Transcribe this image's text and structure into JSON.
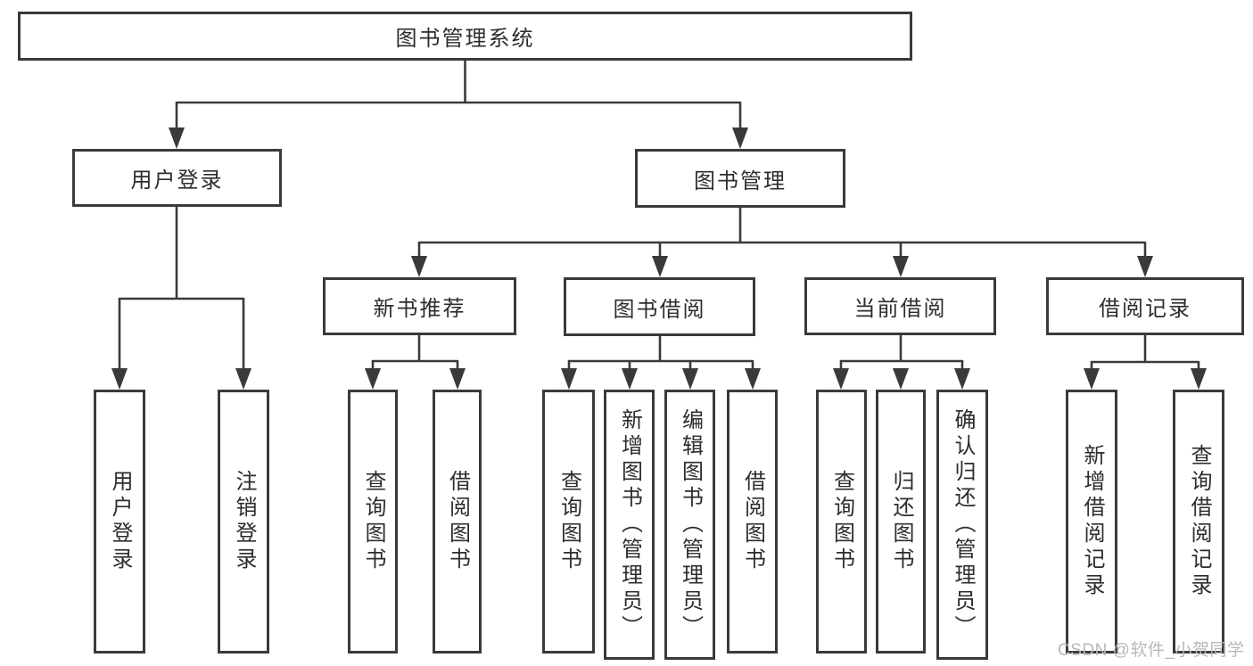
{
  "tree": {
    "root": {
      "label": "图书管理系统"
    },
    "level2": [
      {
        "id": "user-login",
        "label": "用户登录",
        "children": [
          {
            "label": "用户登录"
          },
          {
            "label": "注销登录"
          }
        ]
      },
      {
        "id": "book-management",
        "label": "图书管理",
        "children": [
          {
            "label": "新书推荐",
            "children": [
              {
                "label": "查询图书"
              },
              {
                "label": "借阅图书"
              }
            ]
          },
          {
            "label": "图书借阅",
            "children": [
              {
                "label": "查询图书"
              },
              {
                "label": "新增图书（管理员）"
              },
              {
                "label": "编辑图书（管理员）"
              },
              {
                "label": "借阅图书"
              }
            ]
          },
          {
            "label": "当前借阅",
            "children": [
              {
                "label": "查询图书"
              },
              {
                "label": "归还图书"
              },
              {
                "label": "确认归还（管理员）"
              }
            ]
          },
          {
            "label": "借阅记录",
            "children": [
              {
                "label": "新增借阅记录"
              },
              {
                "label": "查询借阅记录"
              }
            ]
          }
        ]
      }
    ]
  },
  "watermark": {
    "text": "CSDN @软件_小贺同学",
    "color": "#b8b8b8"
  },
  "colors": {
    "line": "#3a3a3a",
    "box_border": "#3a3a3a",
    "box_background": "#ffffff",
    "text": "#2d2d2d",
    "page_background": "#ffffff"
  }
}
